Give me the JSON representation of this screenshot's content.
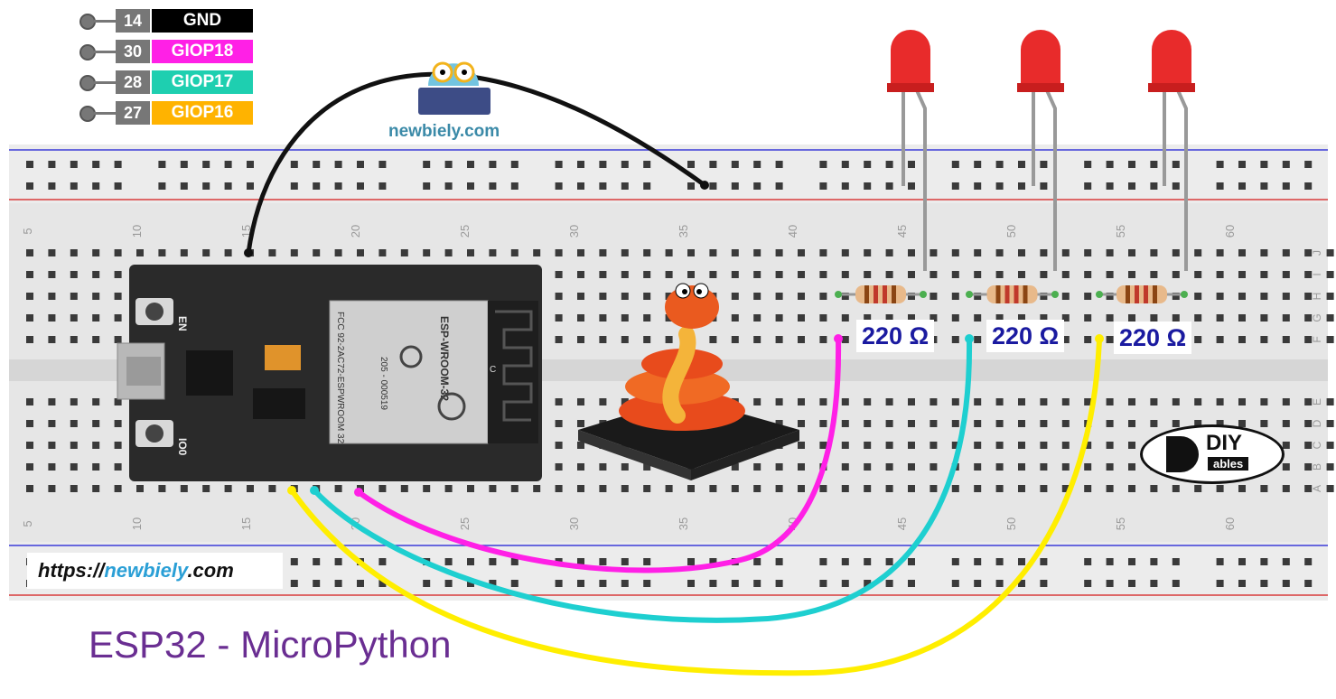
{
  "pin_legend": [
    {
      "pin": "14",
      "name": "GND",
      "color": "#000000"
    },
    {
      "pin": "30",
      "name": "GIOP18",
      "color": "#ff20e6"
    },
    {
      "pin": "28",
      "name": "GIOP17",
      "color": "#1ecfb0"
    },
    {
      "pin": "27",
      "name": "GIOP16",
      "color": "#ffb300"
    }
  ],
  "brand": {
    "name": "newbiely.com",
    "url_prefix": "https://",
    "url_brand": "newbiely",
    "url_suffix": ".com"
  },
  "breadboard": {
    "column_numbers": [
      "5",
      "10",
      "15",
      "20",
      "25",
      "30",
      "35",
      "40",
      "45",
      "50",
      "55",
      "60"
    ],
    "row_letters_top": [
      "J",
      "I",
      "H",
      "G",
      "F"
    ],
    "row_letters_bottom": [
      "E",
      "D",
      "C",
      "B",
      "A"
    ]
  },
  "esp32": {
    "module": "ESP-WROOM-32",
    "button_en": "EN",
    "button_io0": "IO0",
    "fcc": "FCC 92-2AC72-ESPWROOM 32",
    "cert": "205 - 000519",
    "c_mark": "C"
  },
  "resistors": [
    {
      "label": "220 Ω"
    },
    {
      "label": "220 Ω"
    },
    {
      "label": "220 Ω"
    }
  ],
  "wire_colors": {
    "gnd": "#111111",
    "magenta": "#ff20e6",
    "cyan": "#1ecfd0",
    "yellow": "#ffee00"
  },
  "logo": {
    "text_top": "DIY",
    "text_bottom": "ables"
  },
  "caption": "ESP32 - MicroPython"
}
